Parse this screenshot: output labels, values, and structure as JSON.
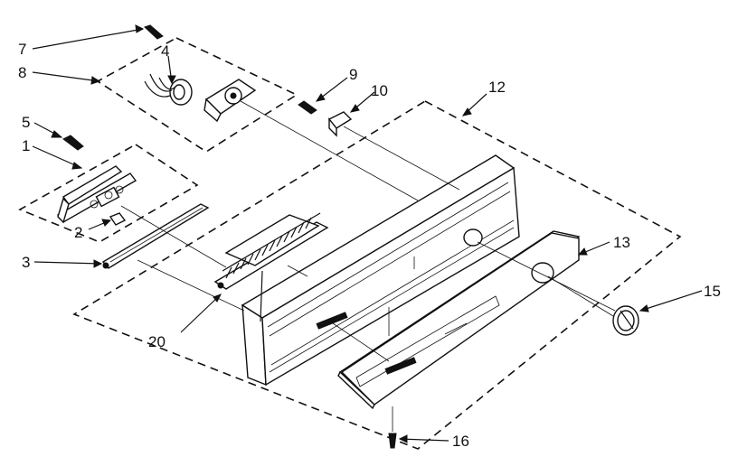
{
  "callouts": [
    {
      "id": "1",
      "text": "1"
    },
    {
      "id": "2",
      "text": "2"
    },
    {
      "id": "3",
      "text": "3"
    },
    {
      "id": "4",
      "text": "4"
    },
    {
      "id": "5",
      "text": "5"
    },
    {
      "id": "7",
      "text": "7"
    },
    {
      "id": "8",
      "text": "8"
    },
    {
      "id": "9",
      "text": "9"
    },
    {
      "id": "10",
      "text": "10"
    },
    {
      "id": "12",
      "text": "12"
    },
    {
      "id": "13",
      "text": "13"
    },
    {
      "id": "15",
      "text": "15"
    },
    {
      "id": "16",
      "text": "16"
    },
    {
      "id": "20",
      "text": "20"
    }
  ]
}
